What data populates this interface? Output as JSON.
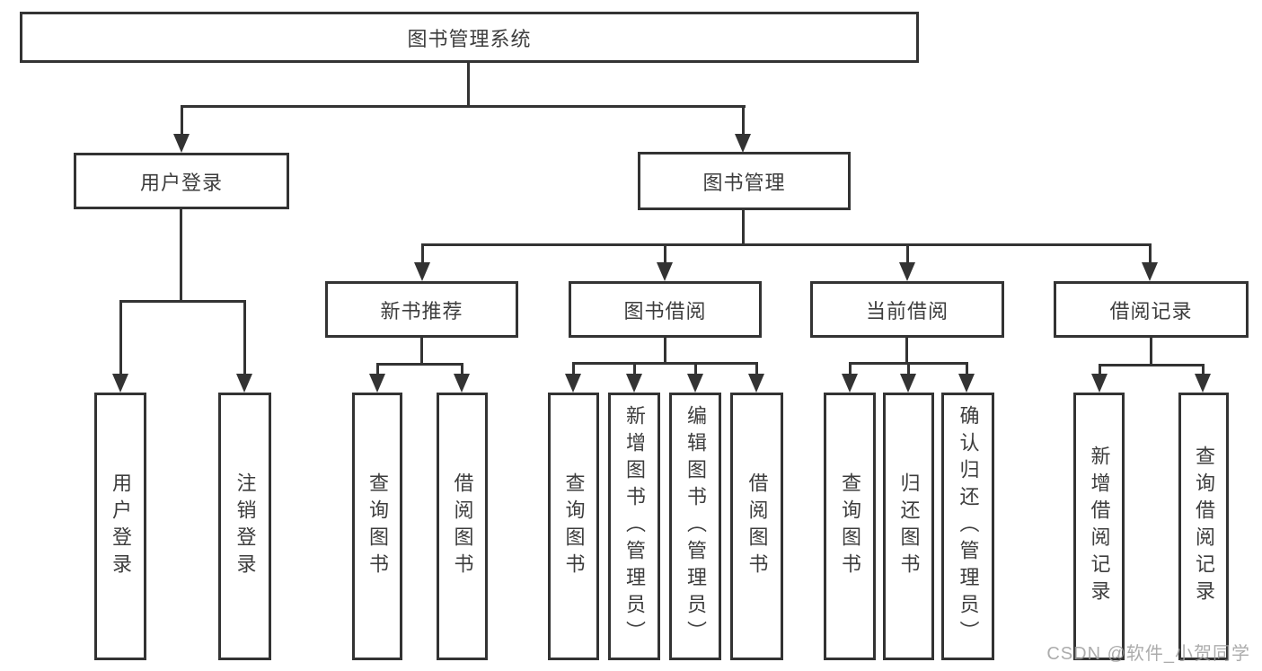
{
  "diagram": {
    "title": "图书管理系统",
    "type": "hierarchy-structure-chart",
    "tree": {
      "label": "图书管理系统",
      "children": [
        {
          "label": "用户登录",
          "children": [
            {
              "label": "用户登录"
            },
            {
              "label": "注销登录"
            }
          ]
        },
        {
          "label": "图书管理",
          "children": [
            {
              "label": "新书推荐",
              "children": [
                {
                  "label": "查询图书"
                },
                {
                  "label": "借阅图书"
                }
              ]
            },
            {
              "label": "图书借阅",
              "children": [
                {
                  "label": "查询图书"
                },
                {
                  "label": "新增图书（管理员）"
                },
                {
                  "label": "编辑图书（管理员）"
                },
                {
                  "label": "借阅图书"
                }
              ]
            },
            {
              "label": "当前借阅",
              "children": [
                {
                  "label": "查询图书"
                },
                {
                  "label": "归还图书"
                },
                {
                  "label": "确认归还（管理员）"
                }
              ]
            },
            {
              "label": "借阅记录",
              "children": [
                {
                  "label": "新增借阅记录"
                },
                {
                  "label": "查询借阅记录"
                }
              ]
            }
          ]
        }
      ]
    },
    "colors": {
      "line": "#333333",
      "text": "#3d3d3d",
      "background": "#ffffff",
      "watermark": "#9e9e9e"
    }
  },
  "watermark": {
    "text": "CSDN @软件_小贺同学"
  }
}
